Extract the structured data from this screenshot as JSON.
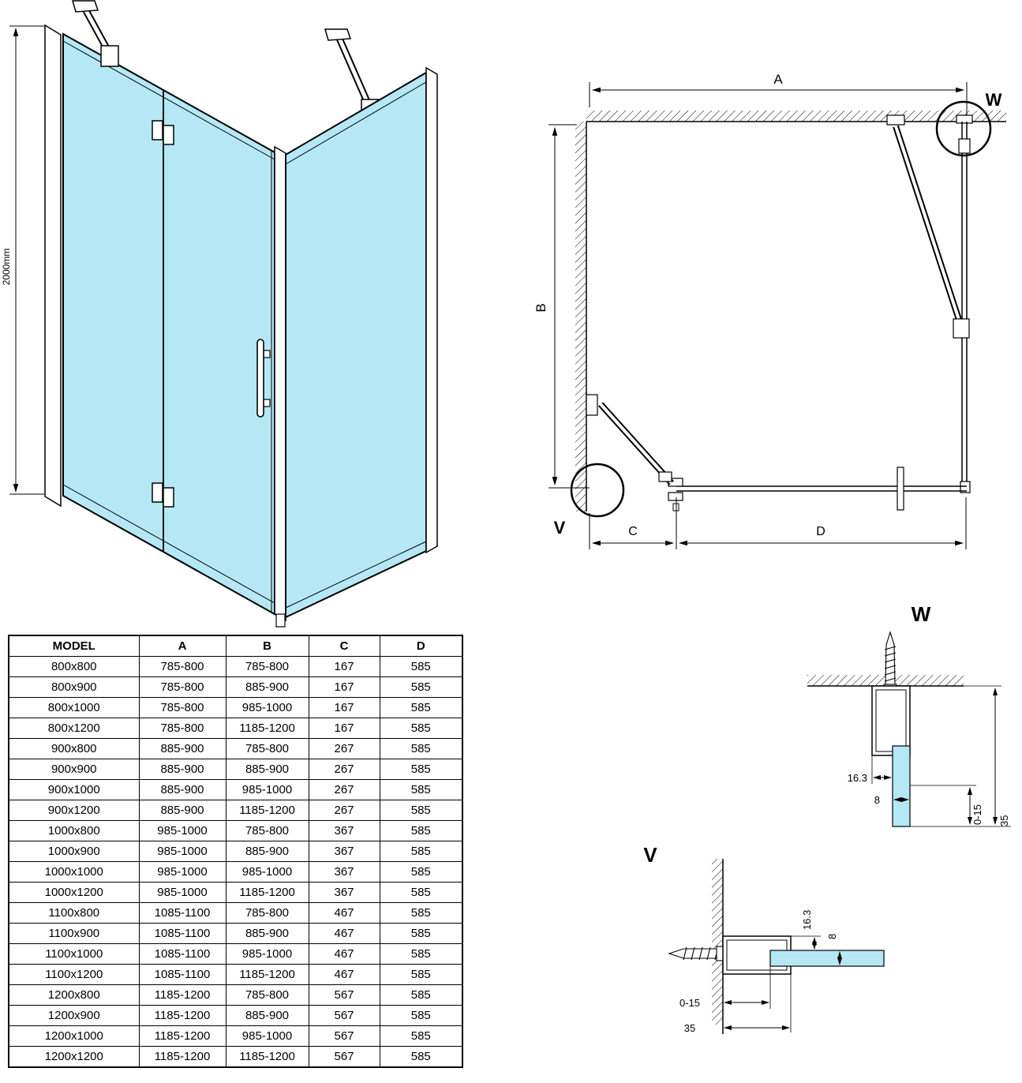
{
  "figure": {
    "height_dim": "2000mm"
  },
  "plan": {
    "dim_a": "A",
    "dim_b": "B",
    "dim_c": "C",
    "dim_d": "D",
    "detail_w_label": "W",
    "detail_v_label": "V"
  },
  "detail_w": {
    "title": "W",
    "dim_offset": "16.3",
    "dim_glass": "8",
    "dim_adjust": "0-15",
    "dim_profile": "35"
  },
  "detail_v": {
    "title": "V",
    "dim_offset": "16.3",
    "dim_glass": "8",
    "dim_adjust": "0-15",
    "dim_profile": "35"
  },
  "colors": {
    "glass": "#b5e8f4",
    "line": "#000000"
  },
  "table": {
    "headers": [
      "MODEL",
      "A",
      "B",
      "C",
      "D"
    ],
    "rows": [
      [
        "800x800",
        "785-800",
        "785-800",
        "167",
        "585"
      ],
      [
        "800x900",
        "785-800",
        "885-900",
        "167",
        "585"
      ],
      [
        "800x1000",
        "785-800",
        "985-1000",
        "167",
        "585"
      ],
      [
        "800x1200",
        "785-800",
        "1185-1200",
        "167",
        "585"
      ],
      [
        "900x800",
        "885-900",
        "785-800",
        "267",
        "585"
      ],
      [
        "900x900",
        "885-900",
        "885-900",
        "267",
        "585"
      ],
      [
        "900x1000",
        "885-900",
        "985-1000",
        "267",
        "585"
      ],
      [
        "900x1200",
        "885-900",
        "1185-1200",
        "267",
        "585"
      ],
      [
        "1000x800",
        "985-1000",
        "785-800",
        "367",
        "585"
      ],
      [
        "1000x900",
        "985-1000",
        "885-900",
        "367",
        "585"
      ],
      [
        "1000x1000",
        "985-1000",
        "985-1000",
        "367",
        "585"
      ],
      [
        "1000x1200",
        "985-1000",
        "1185-1200",
        "367",
        "585"
      ],
      [
        "1100x800",
        "1085-1100",
        "785-800",
        "467",
        "585"
      ],
      [
        "1100x900",
        "1085-1100",
        "885-900",
        "467",
        "585"
      ],
      [
        "1100x1000",
        "1085-1100",
        "985-1000",
        "467",
        "585"
      ],
      [
        "1100x1200",
        "1085-1100",
        "1185-1200",
        "467",
        "585"
      ],
      [
        "1200x800",
        "1185-1200",
        "785-800",
        "567",
        "585"
      ],
      [
        "1200x900",
        "1185-1200",
        "885-900",
        "567",
        "585"
      ],
      [
        "1200x1000",
        "1185-1200",
        "985-1000",
        "567",
        "585"
      ],
      [
        "1200x1200",
        "1185-1200",
        "1185-1200",
        "567",
        "585"
      ]
    ]
  }
}
